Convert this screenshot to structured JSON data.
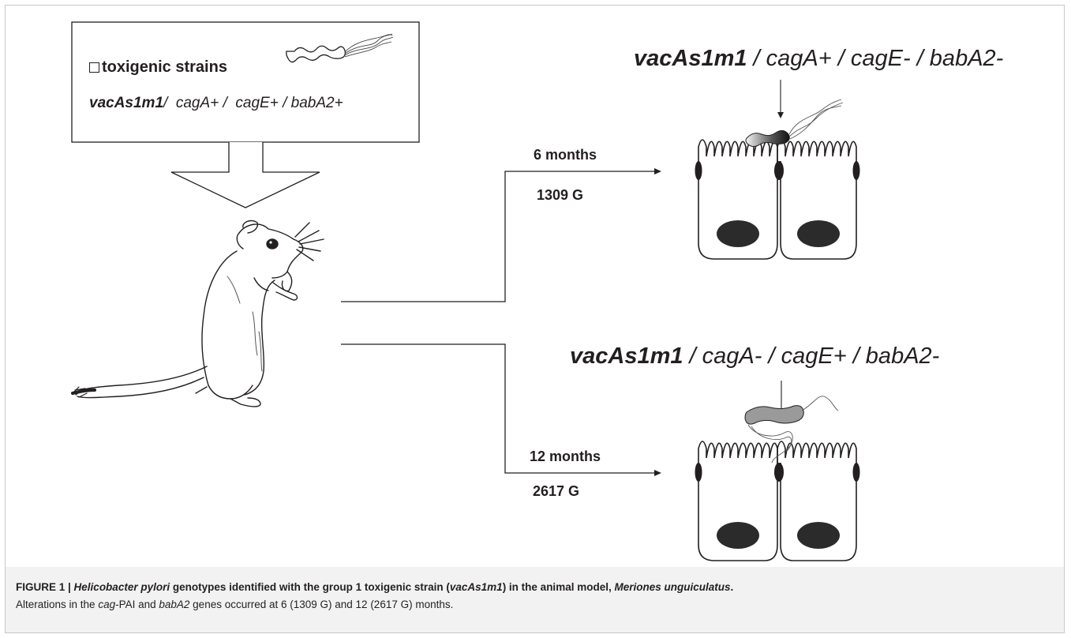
{
  "initial_box": {
    "title": "toxigenic strains",
    "genotype": {
      "vac": "vacAs1m1",
      "rest": "/  cagA+ /  cagE+ / babA2+"
    }
  },
  "branch_6_months": {
    "time": "6 months",
    "generations": "1309 G",
    "genotype": {
      "vac": "vacAs1m1",
      "rest": " / cagA+ / cagE- / babA2-"
    }
  },
  "branch_12_months": {
    "time": "12 months",
    "generations": "2617 G",
    "genotype": {
      "vac": "vacAs1m1",
      "rest": " / cagA- / cagE+ / babA2-"
    }
  },
  "caption": {
    "label": "FIGURE 1 | ",
    "title_parts": [
      {
        "text": "Helicobacter pylori",
        "italic": true
      },
      {
        "text": " genotypes identified with the group 1 toxigenic strain (",
        "italic": false
      },
      {
        "text": "vacAs1m1",
        "italic": true
      },
      {
        "text": ") in the animal model, ",
        "italic": false
      },
      {
        "text": "Meriones unguiculatus",
        "italic": true
      },
      {
        "text": ".",
        "italic": false
      }
    ],
    "body_parts": [
      {
        "text": "Alterations in the ",
        "italic": false
      },
      {
        "text": "cag",
        "italic": true
      },
      {
        "text": "-PAI and ",
        "italic": false
      },
      {
        "text": "babA2",
        "italic": true
      },
      {
        "text": " genes occurred at 6 (1309 G) and 12 (2617 G) months.",
        "italic": false
      }
    ]
  },
  "colors": {
    "ink": "#231f20",
    "caption_background": "#f2f2f2",
    "frame": "#c8c8c8",
    "bacterium_gray": "#9a9a9a"
  }
}
